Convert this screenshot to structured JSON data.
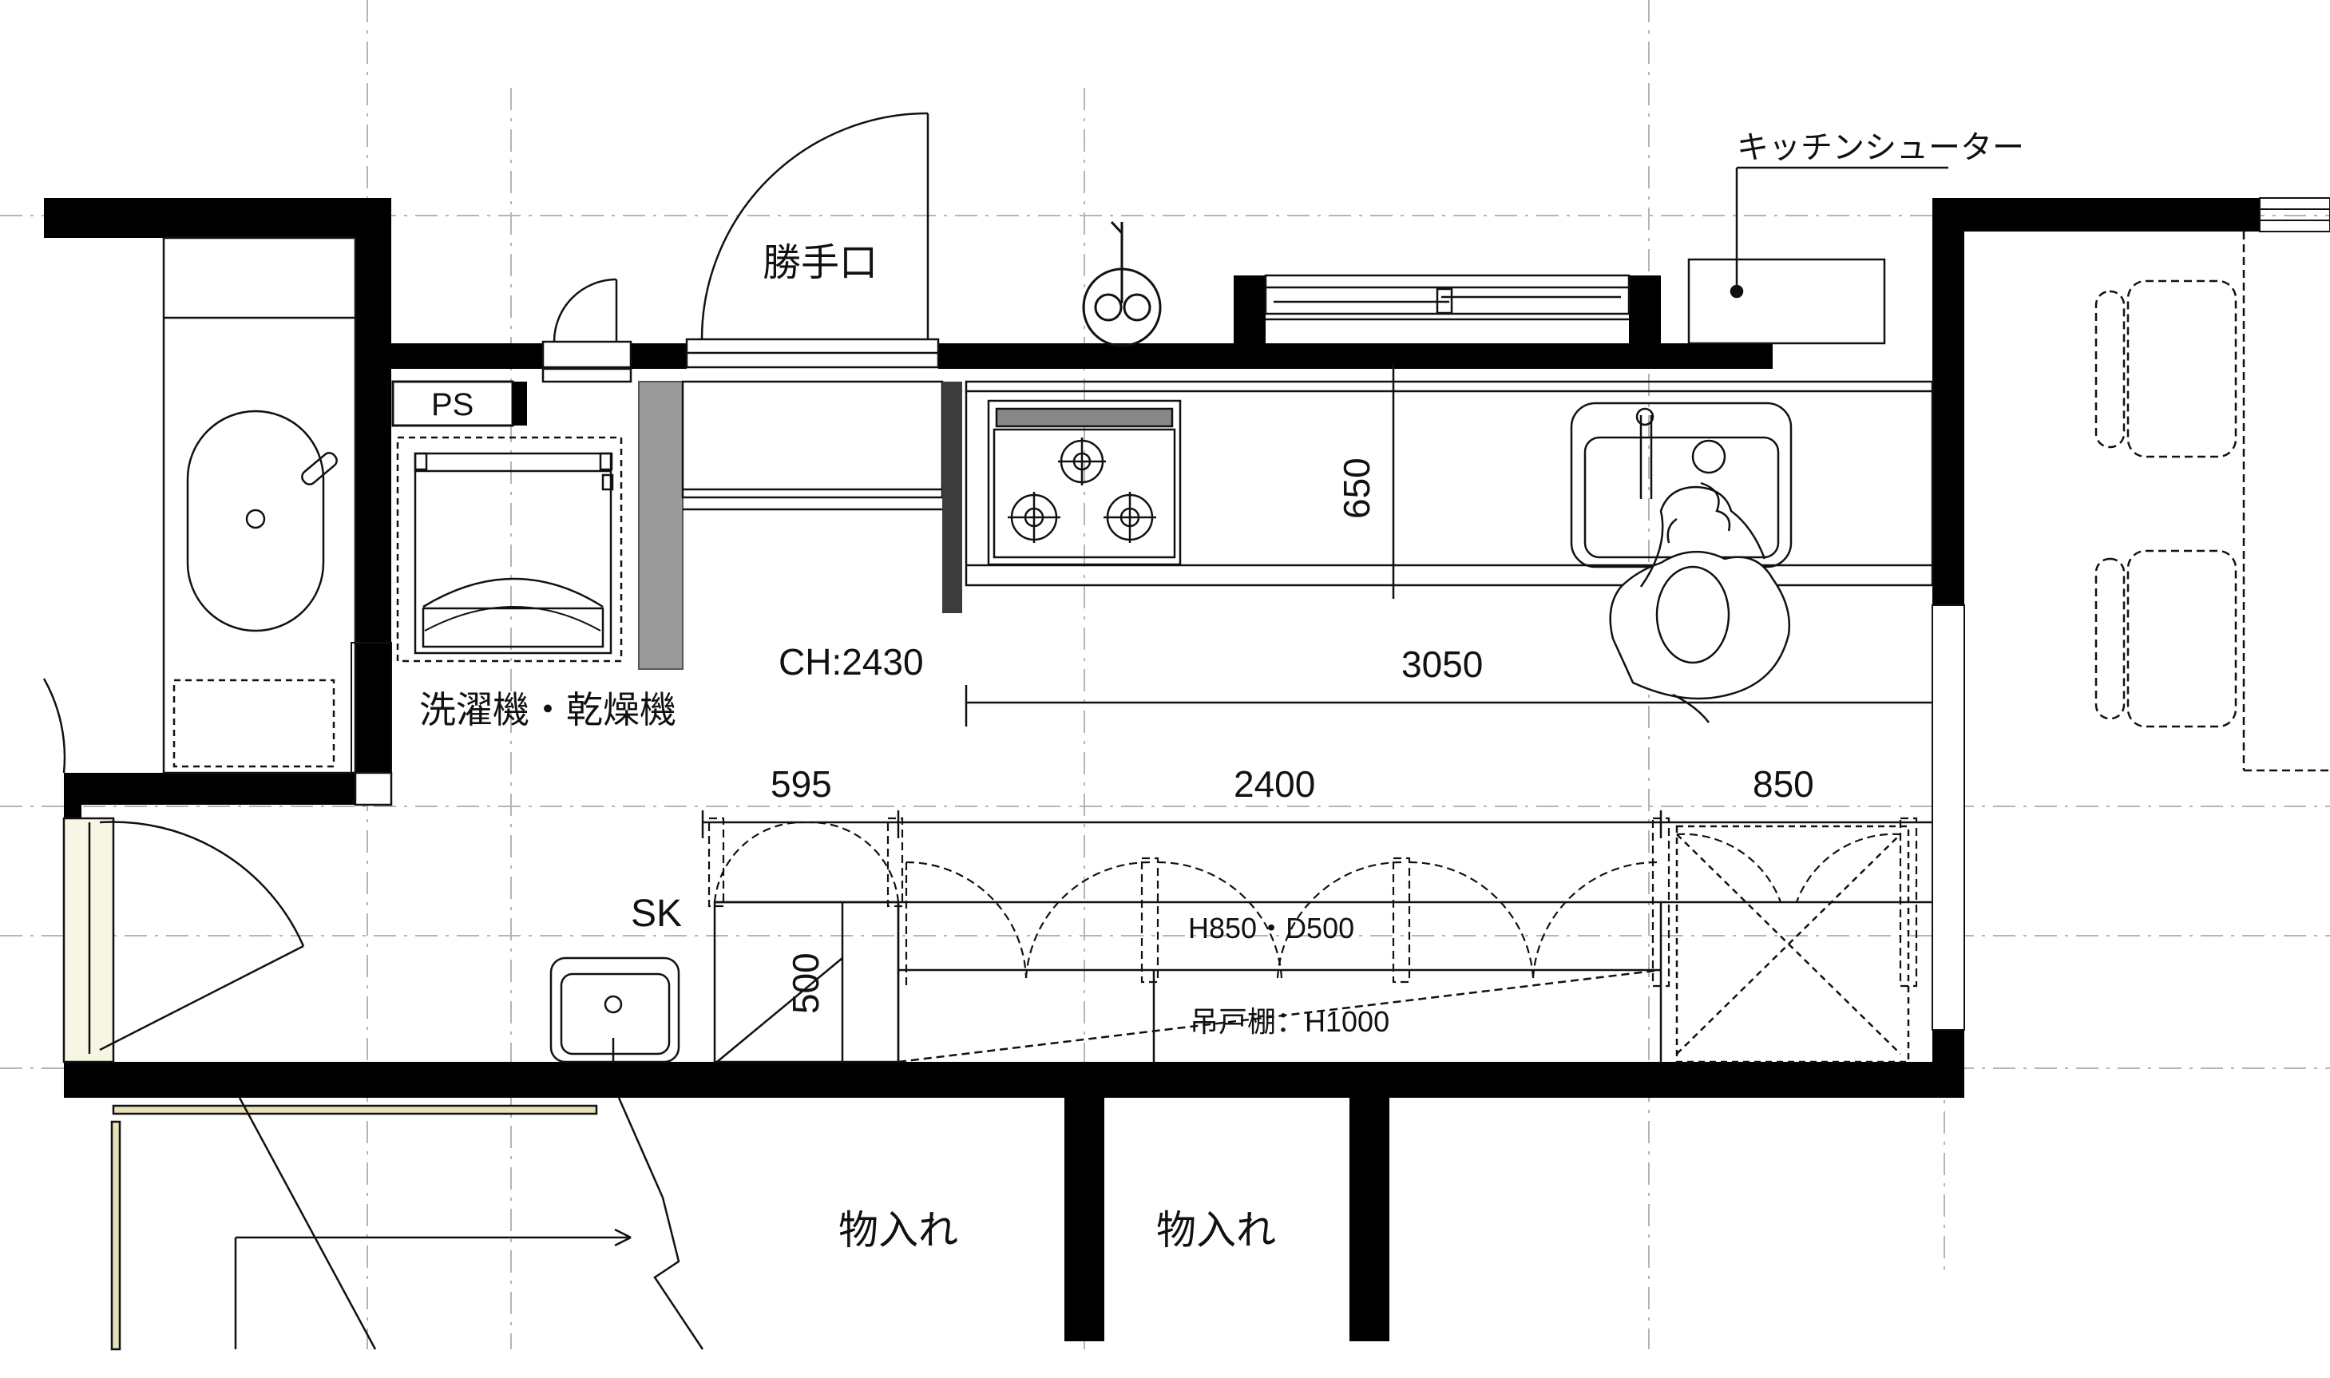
{
  "labels": {
    "kitchen_chute": "キッチンシューター",
    "back_door": "勝手口",
    "ps": "PS",
    "washer_dryer": "洗濯機・乾燥機",
    "ceiling_height": "CH:2430",
    "sink_sk": "SK",
    "storage_1": "物入れ",
    "storage_2": "物入れ",
    "cabinet_spec": "H850・D500",
    "wall_cabinet_spec": "吊戸棚：H1000"
  },
  "dimensions": {
    "counter_depth": "650",
    "counter_length": "3050",
    "left_cabinet": "595",
    "middle_cabinet": "2400",
    "right_cabinet": "850",
    "sk_depth": "500"
  },
  "colors": {
    "wall": "#000000",
    "line": "#111111",
    "grid": "#b5b5b5",
    "counter_wall": "#9a9a9a",
    "dark_panel": "#3c3c3c",
    "beige_trim": "#e8e0b8",
    "cream_panel": "#f7f5e4"
  }
}
